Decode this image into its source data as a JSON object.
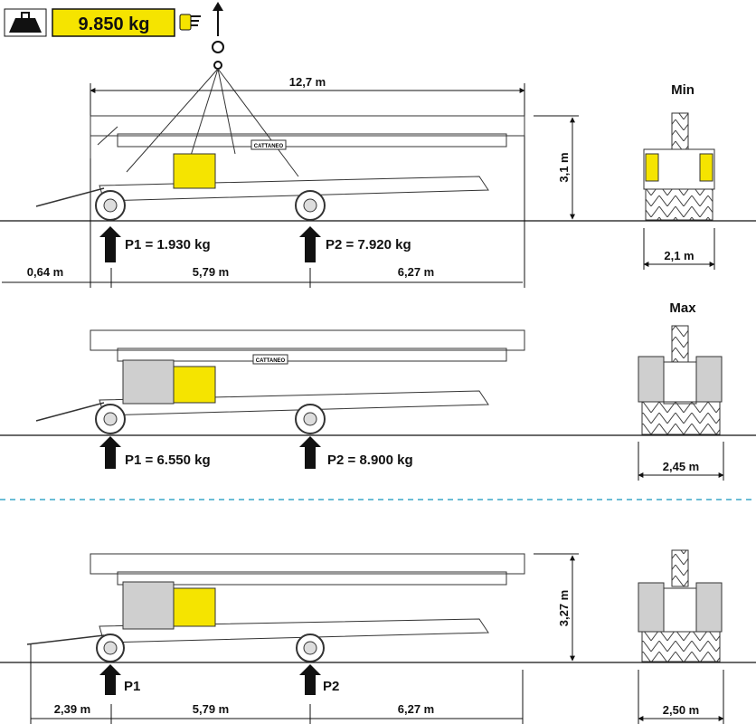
{
  "header": {
    "weight": "9.850 kg",
    "weight_icon": "weight-icon",
    "pointer_icon": "pointing-hand-icon",
    "lift_icon": "lifting-hook-icon"
  },
  "colors": {
    "accent_yellow": "#f5e400",
    "counterweight_grey": "#cfcfcf",
    "dashed_divider": "#3aa7c9"
  },
  "logo": "CATTANEO",
  "min_view": {
    "title": "Min",
    "length": "12,7 m",
    "height": "3,1 m",
    "p1": "P1 = 1.930 kg",
    "p2": "P2 = 7.920 kg",
    "dim_front": "0,64 m",
    "dim_wheelbase": "5,79 m",
    "dim_rear": "6,27 m",
    "width": "2,1 m"
  },
  "max_view": {
    "title": "Max",
    "p1": "P1 = 6.550 kg",
    "p2": "P2 = 8.900 kg",
    "width": "2,45 m"
  },
  "transport_view": {
    "height": "3,27 m",
    "p1": "P1",
    "p2": "P2",
    "dim_front": "2,39 m",
    "dim_wheelbase": "5,79 m",
    "dim_rear": "6,27 m",
    "width": "2,50 m"
  }
}
